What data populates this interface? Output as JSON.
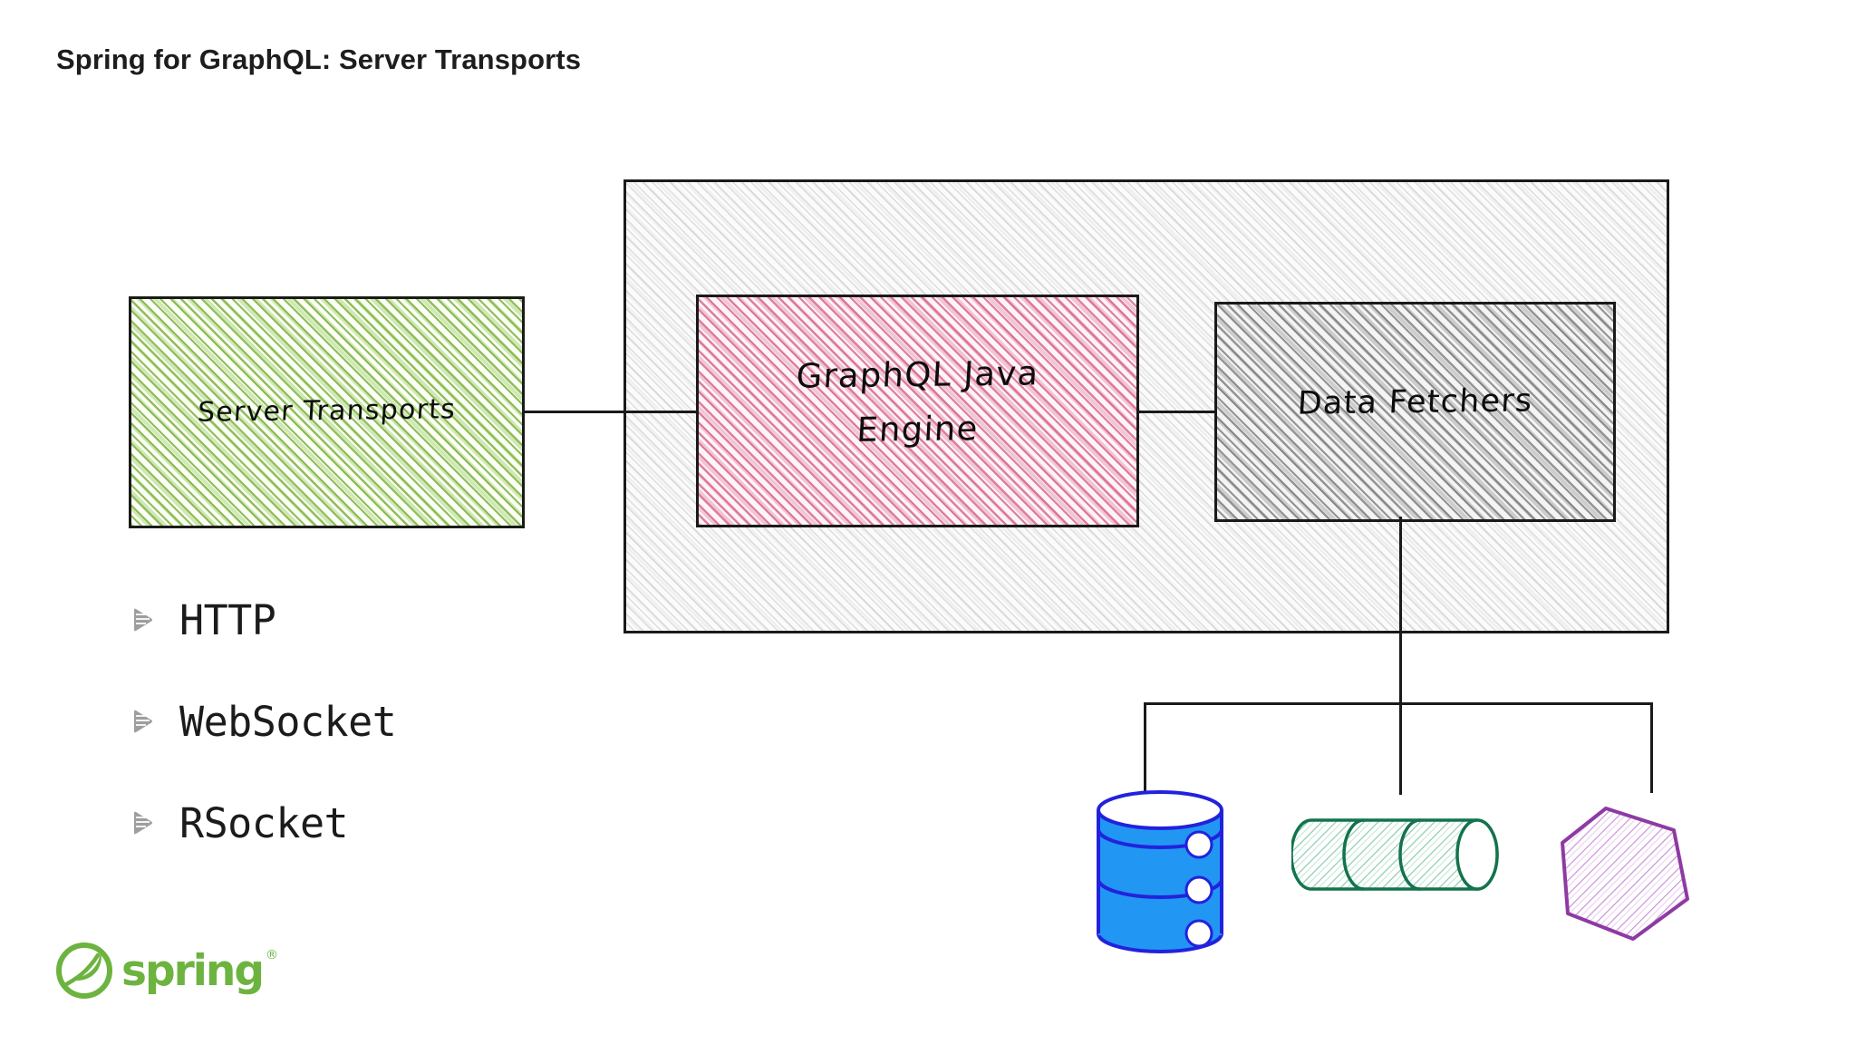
{
  "slide": {
    "title": "Spring for GraphQL: Server Transports",
    "background_color": "#ffffff"
  },
  "diagram": {
    "container": {
      "name": "graphql-engine-container",
      "fill_color": "#fbfbfb",
      "stroke_color": "#1a1a1a",
      "style": "hand-drawn-hatched"
    },
    "boxes": [
      {
        "id": "server-transports",
        "label": "Server Transports",
        "fill_color": "#8bc34a",
        "stroke_color": "#1a1a1a",
        "inside_container": false
      },
      {
        "id": "graphql-java-engine",
        "label_line1": "GraphQL Java",
        "label_line2": "Engine",
        "label": "GraphQL Java Engine",
        "fill_color": "#d66087",
        "stroke_color": "#1a1a1a",
        "inside_container": true
      },
      {
        "id": "data-fetchers",
        "label": "Data Fetchers",
        "fill_color": "#5a5a5a",
        "stroke_color": "#1a1a1a",
        "inside_container": true
      }
    ],
    "connectors": [
      {
        "from": "server-transports",
        "to": "graphql-java-engine",
        "type": "horizontal-line"
      },
      {
        "from": "graphql-java-engine",
        "to": "data-fetchers",
        "type": "horizontal-line"
      },
      {
        "from": "data-fetchers",
        "to": "datastores",
        "type": "vertical-branch"
      }
    ],
    "datastores": [
      {
        "id": "database",
        "icon": "database-cylinder-icon",
        "color": "#2196f3",
        "stroke_color": "#2222dd"
      },
      {
        "id": "message-queue",
        "icon": "horizontal-cylinder-icon",
        "color": "#1a8c5f",
        "stroke_color": "#13734d"
      },
      {
        "id": "service",
        "icon": "hexagon-icon",
        "color": "#aa50be",
        "stroke_color": "#8e3aa3"
      }
    ]
  },
  "transports": {
    "bullet_icon": "play-triangle-icon",
    "bullet_color": "#9e9e9e",
    "items": [
      {
        "label": "HTTP"
      },
      {
        "label": "WebSocket"
      },
      {
        "label": "RSocket"
      }
    ]
  },
  "footer": {
    "logo_name": "spring-logo",
    "wordmark": "spring",
    "registered_mark": "®",
    "brand_color": "#6db33f"
  }
}
